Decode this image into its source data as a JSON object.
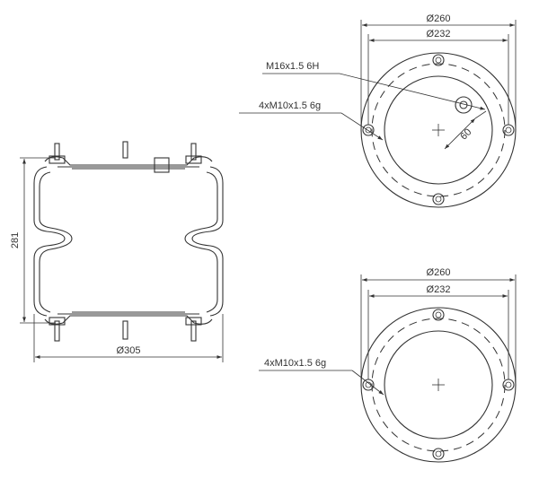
{
  "side_view": {
    "height_label": "281",
    "diameter_label": "Ø305"
  },
  "top_plate": {
    "outer_dia_label": "Ø260",
    "bolt_circle_label": "Ø232",
    "air_port_label": "M16x1.5 6H",
    "studs_label": "4xM10x1.5 6g",
    "offset_label": "60"
  },
  "bottom_plate": {
    "outer_dia_label": "Ø260",
    "bolt_circle_label": "Ø232",
    "studs_label": "4xM10x1.5 6g"
  }
}
